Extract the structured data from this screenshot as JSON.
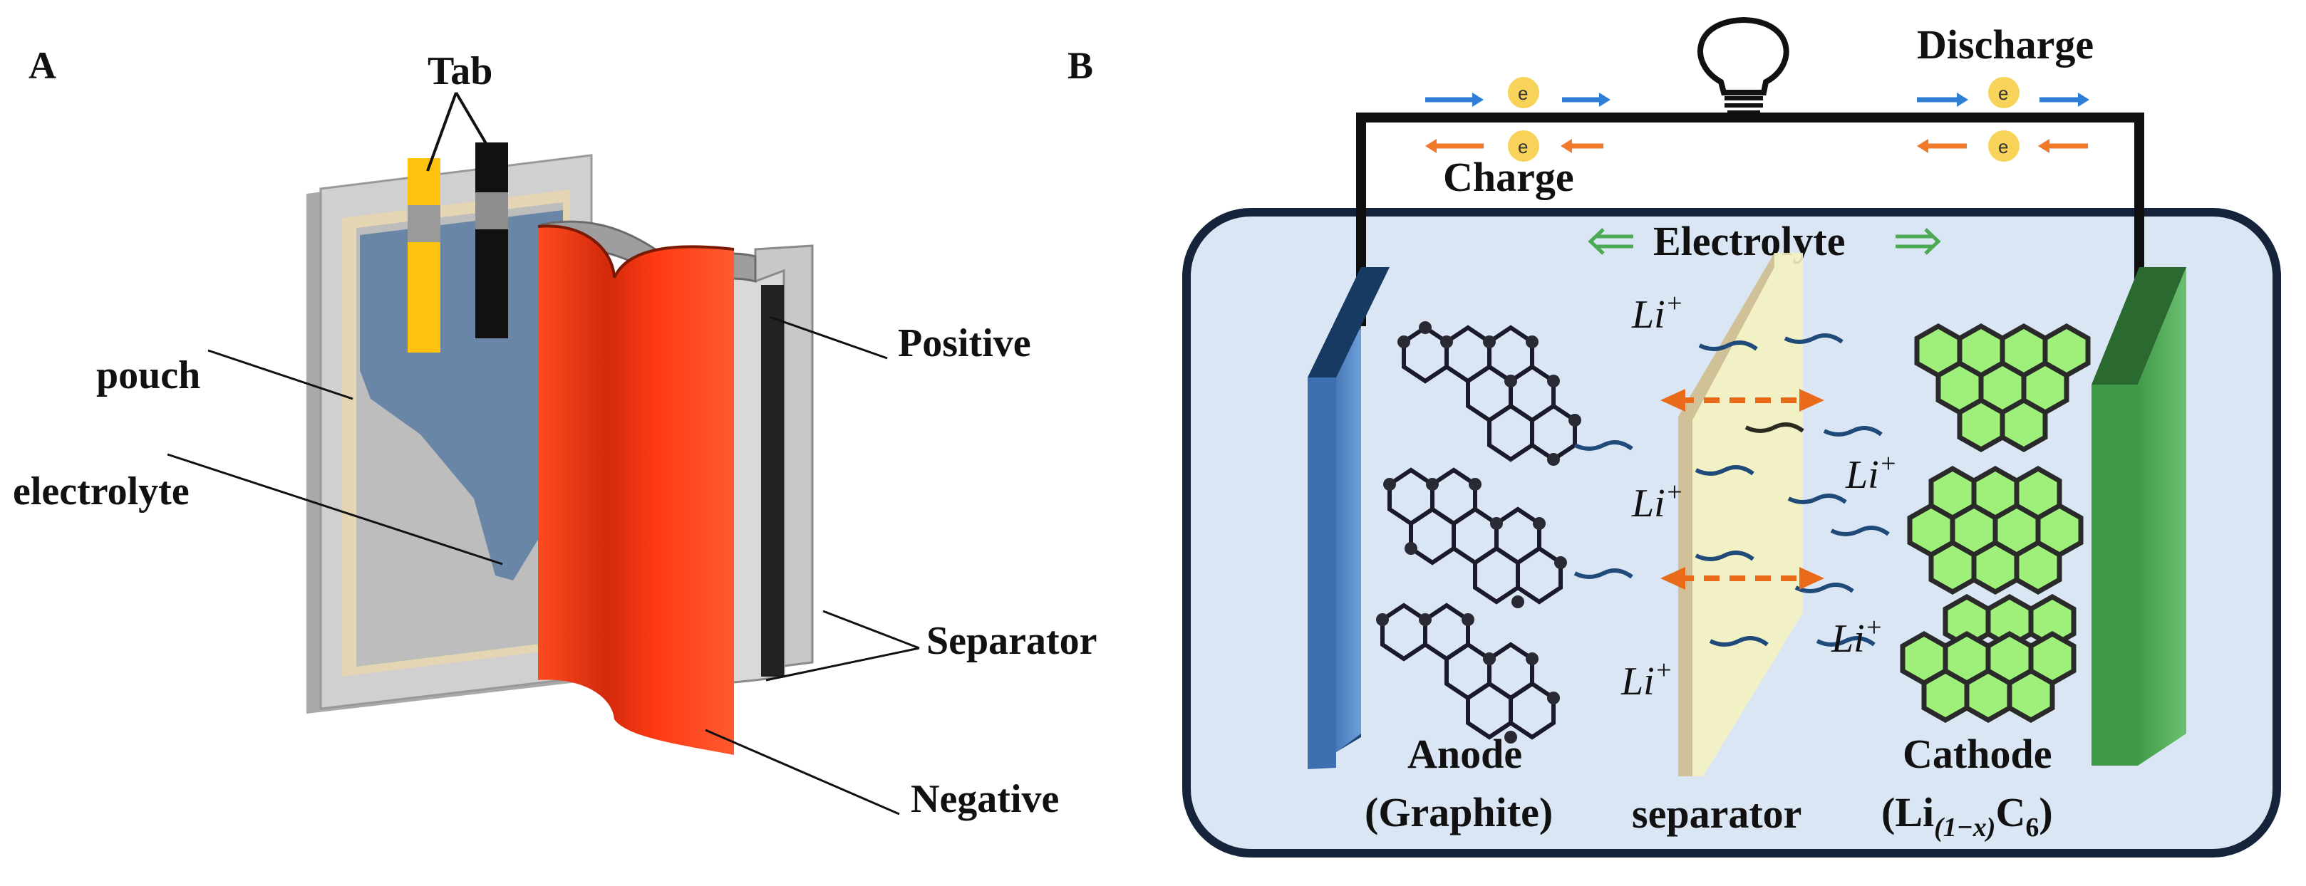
{
  "panel_a": {
    "letter": "A",
    "labels": {
      "tab": "Tab",
      "pouch": "pouch",
      "electrolyte": "electrolyte",
      "positive": "Positive",
      "separator": "Separator",
      "negative": "Negative"
    }
  },
  "panel_b": {
    "letter": "B",
    "labels": {
      "discharge": "Discharge",
      "charge": "Charge",
      "electrolyte": "Electrolyte",
      "electron": "e",
      "li": "Li",
      "li_sup": "+",
      "anode": "Anode",
      "anode_sub": "(Graphite)",
      "separator": "separator",
      "cathode": "Cathode",
      "cathode_sub_pre": "(Li",
      "cathode_sub_idx": "(1−x)",
      "cathode_sub_c": "C",
      "cathode_sub_six": "6",
      "cathode_sub_post": ")"
    }
  },
  "colors": {
    "discharge_arrow": "#2f7fd6",
    "charge_arrow": "#f07a2a",
    "electron": "#f7d35a",
    "anode": "#5b8fd0",
    "cathode": "#4caa55",
    "separator": "#f4f2c0",
    "electrolyte_bg": "#dbe6f5",
    "negative_foil": "#ff3a14"
  }
}
